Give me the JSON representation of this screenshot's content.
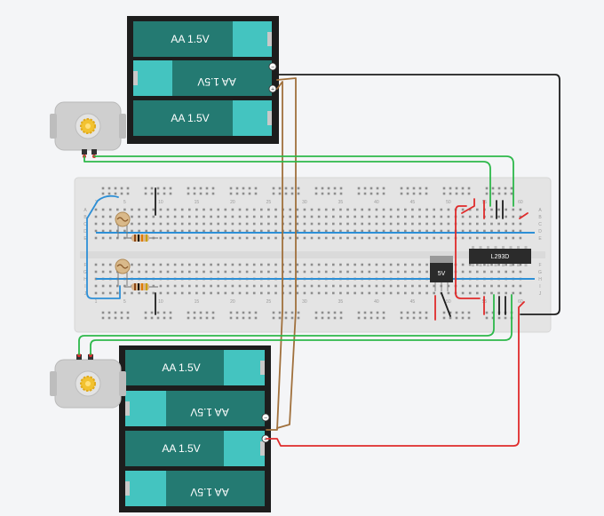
{
  "battery_packs": [
    {
      "name": "top",
      "cells": [
        "AA 1.5V",
        "AA 1.5V",
        "AA 1.5V"
      ],
      "flipped": [
        false,
        true,
        false
      ]
    },
    {
      "name": "bottom",
      "cells": [
        "AA 1.5V",
        "AA 1.5V",
        "AA 1.5V",
        "AA 1.5V"
      ],
      "flipped": [
        false,
        true,
        false,
        true
      ]
    }
  ],
  "motors": [
    {
      "name": "motor-top"
    },
    {
      "name": "motor-bottom"
    }
  ],
  "chip": {
    "label": "L293D"
  },
  "regulator": {
    "label": "5V"
  },
  "breadboard": {
    "column_ticks": [
      "1",
      "5",
      "10",
      "15",
      "20",
      "25",
      "30",
      "35",
      "40",
      "45",
      "50",
      "55",
      "60"
    ],
    "rows_top": [
      "A",
      "B",
      "C",
      "D",
      "E"
    ],
    "rows_bottom": [
      "F",
      "G",
      "H",
      "I",
      "J"
    ]
  },
  "colors": {
    "wire_green": "#2db84a",
    "wire_red": "#e02b2b",
    "wire_black": "#1d1d1d",
    "wire_brown": "#a0703c",
    "wire_blue": "#2d8fd6",
    "battery_body": "#247a72",
    "battery_cap": "#44c4c0",
    "board": "#e4e4e4"
  }
}
